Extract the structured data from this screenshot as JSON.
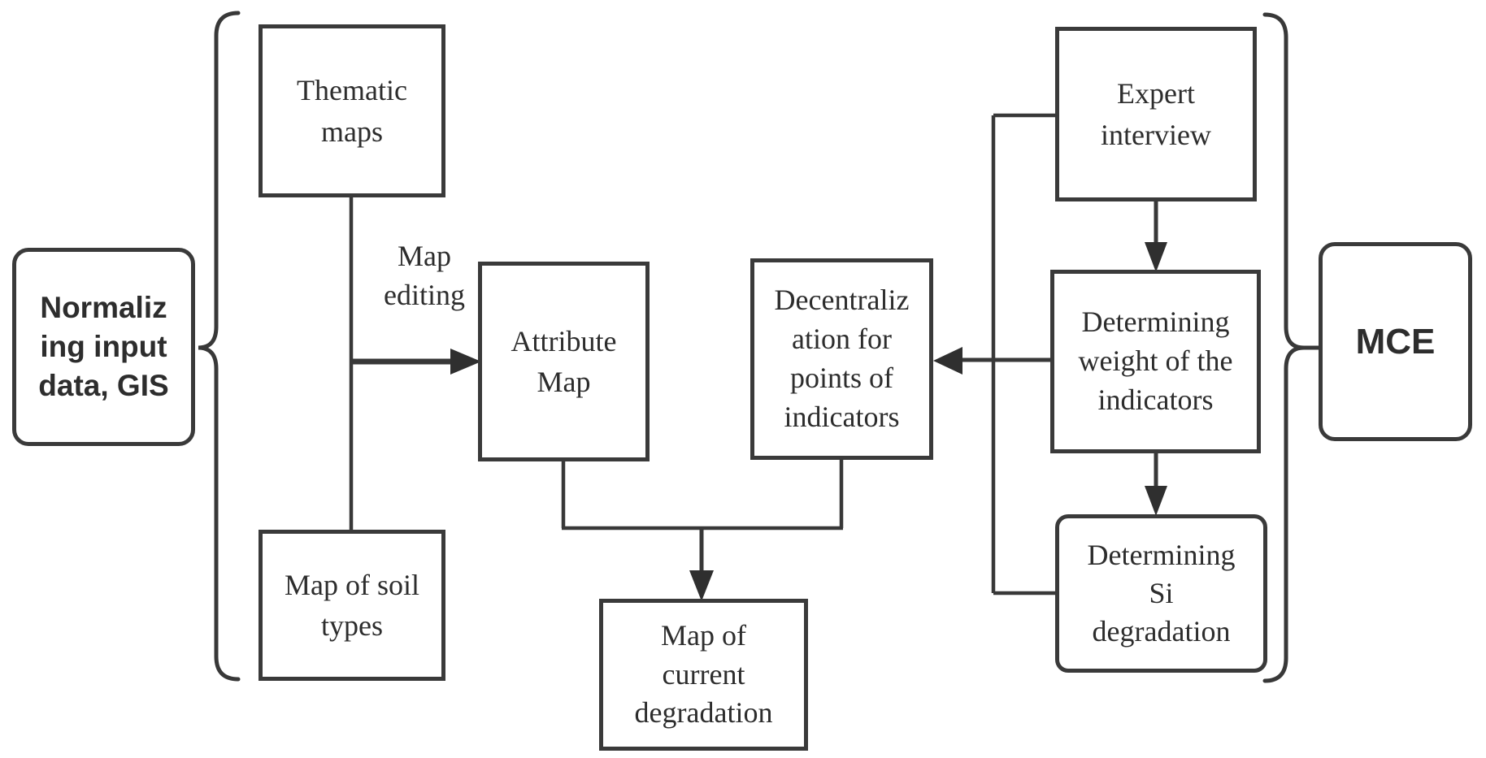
{
  "diagram": {
    "colors": {
      "background": "#ffffff",
      "line": "#383838",
      "border": "#3a3a3a",
      "text": "#2d2d2d"
    },
    "nodes": {
      "normalizing": {
        "label": "Normaliz\ning input\ndata, GIS"
      },
      "thematic": {
        "label": "Thematic\nmaps"
      },
      "soil": {
        "label": "Map of soil\ntypes"
      },
      "attribute": {
        "label": "Attribute\nMap"
      },
      "decentralization": {
        "label": "Decentraliz\nation for\npoints of\nindicators"
      },
      "current_degradation": {
        "label": "Map of\ncurrent\ndegradation"
      },
      "expert": {
        "label": "Expert\ninterview"
      },
      "weight": {
        "label": "Determining\nweight of the\nindicators"
      },
      "si": {
        "label": "Determining\nSi\ndegradation"
      },
      "mce": {
        "label": "MCE"
      }
    },
    "labels": {
      "map_editing": "Map\nediting"
    },
    "edges": [
      {
        "from": "thematic",
        "to": "soil",
        "type": "line"
      },
      {
        "from": "thematic-soil-line",
        "to": "attribute",
        "type": "arrow",
        "label": "Map editing"
      },
      {
        "from": "attribute",
        "to": "current_degradation",
        "type": "merged-arrow"
      },
      {
        "from": "decentralization",
        "to": "current_degradation",
        "type": "merged-arrow"
      },
      {
        "from": "weight",
        "to": "decentralization",
        "type": "arrow"
      },
      {
        "from": "expert",
        "to": "weight",
        "type": "arrow"
      },
      {
        "from": "weight",
        "to": "si",
        "type": "arrow"
      },
      {
        "from": "expert",
        "to": "si",
        "type": "side-bus-line"
      },
      {
        "from": "brace-left",
        "groups": [
          "thematic",
          "soil"
        ],
        "points_to": "normalizing"
      },
      {
        "from": "brace-right",
        "groups": [
          "expert",
          "weight",
          "si"
        ],
        "points_to": "mce"
      }
    ]
  }
}
